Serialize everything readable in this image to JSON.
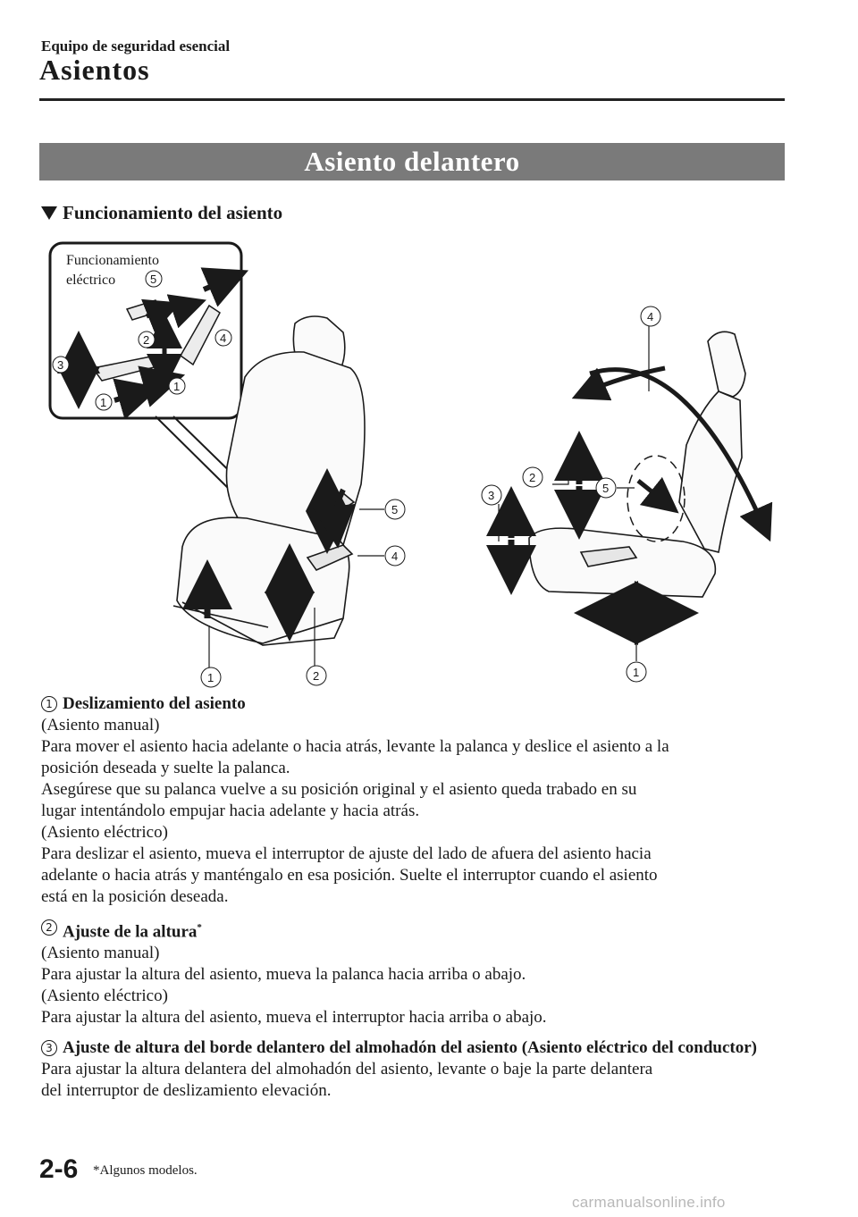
{
  "header": {
    "section": "Equipo de seguridad esencial",
    "title": "Asientos"
  },
  "band_title": "Asiento delantero",
  "subheading": "Funcionamiento del asiento",
  "figure": {
    "inset_caption_line1": "Funcionamiento",
    "inset_caption_line2": "eléctrico",
    "callouts": {
      "n1": "1",
      "n2": "2",
      "n3": "3",
      "n4": "4",
      "n5": "5"
    }
  },
  "items": [
    {
      "num": "1",
      "title": "Deslizamiento del asiento",
      "lines": [
        "(Asiento manual)",
        "Para mover el asiento hacia adelante o hacia atrás, levante la palanca y deslice el asiento a la",
        "posición deseada y suelte la palanca.",
        "Asegúrese que su palanca vuelve a su posición original y el asiento queda trabado en su",
        "lugar intentándolo empujar hacia adelante y hacia atrás.",
        "(Asiento eléctrico)",
        "Para deslizar el asiento, mueva el interruptor de ajuste del lado de afuera del asiento hacia",
        "adelante o hacia atrás y manténgalo en esa posición. Suelte el interruptor cuando el asiento",
        "está en la posición deseada."
      ]
    },
    {
      "num": "2",
      "title": "Ajuste de la altura",
      "mark": "*",
      "lines": [
        "(Asiento manual)",
        "Para ajustar la altura del asiento, mueva la palanca hacia arriba o abajo.",
        "(Asiento eléctrico)",
        "Para ajustar la altura del asiento, mueva el interruptor hacia arriba o abajo."
      ]
    },
    {
      "num": "3",
      "title": "Ajuste de altura del borde delantero del almohadón del asiento (Asiento eléctrico del conductor)",
      "lines": [
        "Para ajustar la altura delantera del almohadón del asiento, levante o baje la parte delantera",
        "del interruptor de deslizamiento elevación."
      ]
    }
  ],
  "footer": {
    "page_number": "2-6",
    "footnote": "*Algunos modelos."
  },
  "watermark": "carmanualsonline.info"
}
